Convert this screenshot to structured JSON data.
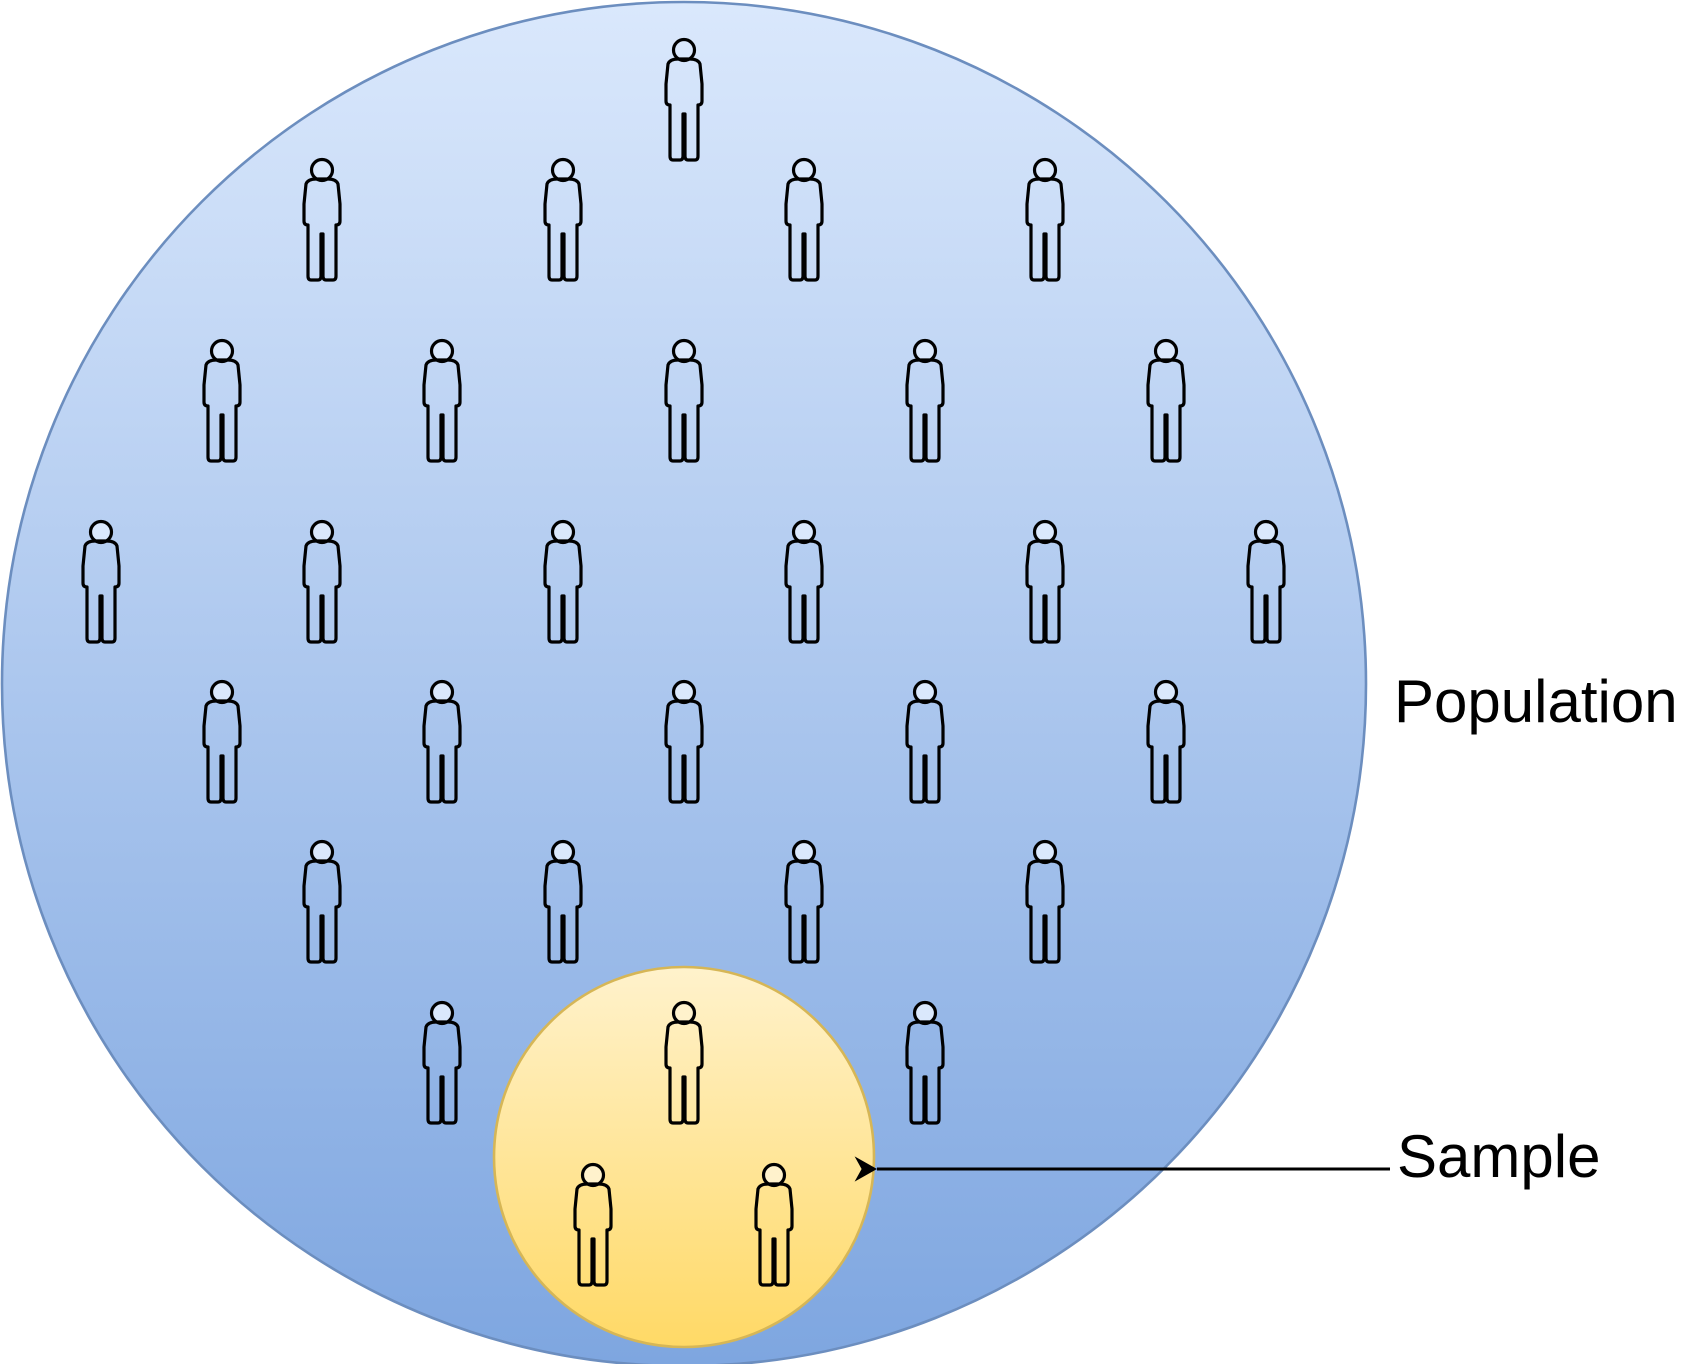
{
  "labels": {
    "population": "Population",
    "sample": "Sample"
  },
  "colors": {
    "population_fill_top": "#dae8fc",
    "population_fill_bottom": "#7ea6e0",
    "population_stroke": "#6c8ebf",
    "sample_fill_top": "#fff2cc",
    "sample_fill_bottom": "#ffd966",
    "sample_stroke": "#d6b656",
    "arrow": "#000000",
    "person_outline": "#000000"
  },
  "icons": {
    "person": "person-icon",
    "arrow": "arrow-icon"
  },
  "counts": {
    "population_people": 30,
    "sample_people": 3
  }
}
